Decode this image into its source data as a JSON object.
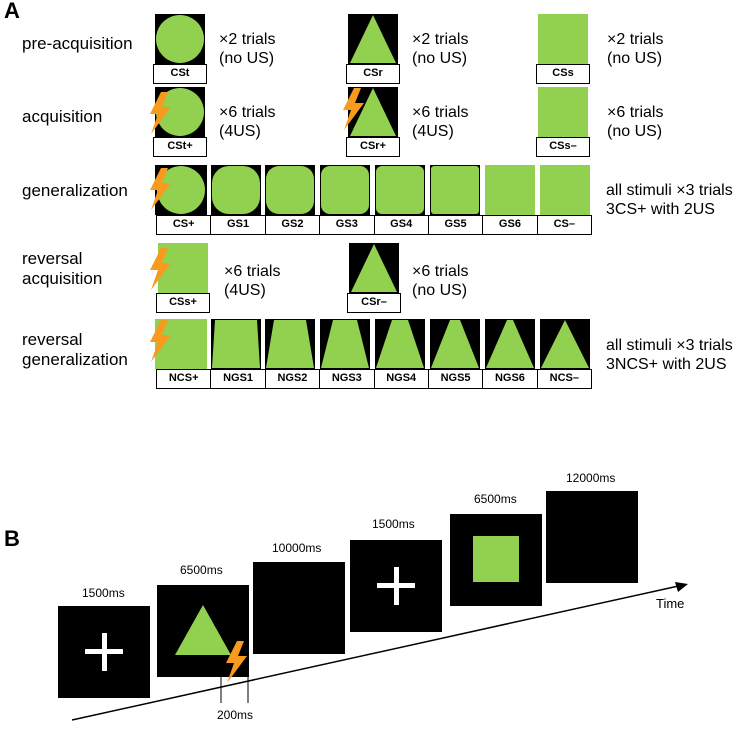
{
  "panels": {
    "a": "A",
    "b": "B"
  },
  "colors": {
    "stimulus_green": "#92d050",
    "black": "#000000",
    "us_bolt": "#f79a1e"
  },
  "panel_a": {
    "pre_acquisition": {
      "label": "pre-acquisition",
      "stimuli": [
        {
          "name": "CSt",
          "shape": "circle",
          "trials": [
            "×2 trials",
            "(no US)"
          ]
        },
        {
          "name": "CSr",
          "shape": "triangle",
          "trials": [
            "×2 trials",
            "(no US)"
          ]
        },
        {
          "name": "CSs",
          "shape": "square",
          "trials": [
            "×2 trials",
            "(no US)"
          ]
        }
      ]
    },
    "acquisition": {
      "label": "acquisition",
      "stimuli": [
        {
          "name": "CSt+",
          "shape": "circle",
          "us": true,
          "trials": [
            "×6 trials",
            "(4US)"
          ]
        },
        {
          "name": "CSr+",
          "shape": "triangle",
          "us": true,
          "trials": [
            "×6 trials",
            "(4US)"
          ]
        },
        {
          "name": "CSs–",
          "shape": "square",
          "us": false,
          "trials": [
            "×6 trials",
            "(no US)"
          ]
        }
      ]
    },
    "generalization": {
      "label": "generalization",
      "labels": [
        "CS+",
        "GS1",
        "GS2",
        "GS3",
        "GS4",
        "GS5",
        "GS6",
        "CS–"
      ],
      "trials": [
        "all stimuli ×3 trials",
        "3CS+ with 2US"
      ]
    },
    "reversal_acquisition": {
      "label_line1": "reversal",
      "label_line2": "acquisition",
      "stimuli": [
        {
          "name": "CSs+",
          "shape": "square",
          "us": true,
          "trials": [
            "×6 trials",
            "(4US)"
          ]
        },
        {
          "name": "CSr–",
          "shape": "triangle",
          "us": false,
          "trials": [
            "×6 trials",
            "(no US)"
          ]
        }
      ]
    },
    "reversal_generalization": {
      "label_line1": "reversal",
      "label_line2": "generalization",
      "labels": [
        "NCS+",
        "NGS1",
        "NGS2",
        "NGS3",
        "NGS4",
        "NGS5",
        "NGS6",
        "NCS–"
      ],
      "trials": [
        "all stimuli ×3 trials",
        "3NCS+ with 2US"
      ]
    }
  },
  "panel_b": {
    "screens": [
      {
        "content": "fixation-cross",
        "duration": "1500ms"
      },
      {
        "content": "triangle",
        "duration": "6500ms"
      },
      {
        "content": "blank",
        "duration": "10000ms"
      },
      {
        "content": "fixation-cross",
        "duration": "1500ms"
      },
      {
        "content": "square",
        "duration": "6500ms"
      },
      {
        "content": "blank",
        "duration": "12000ms"
      }
    ],
    "us_duration": "200ms",
    "time_label": "Time"
  }
}
